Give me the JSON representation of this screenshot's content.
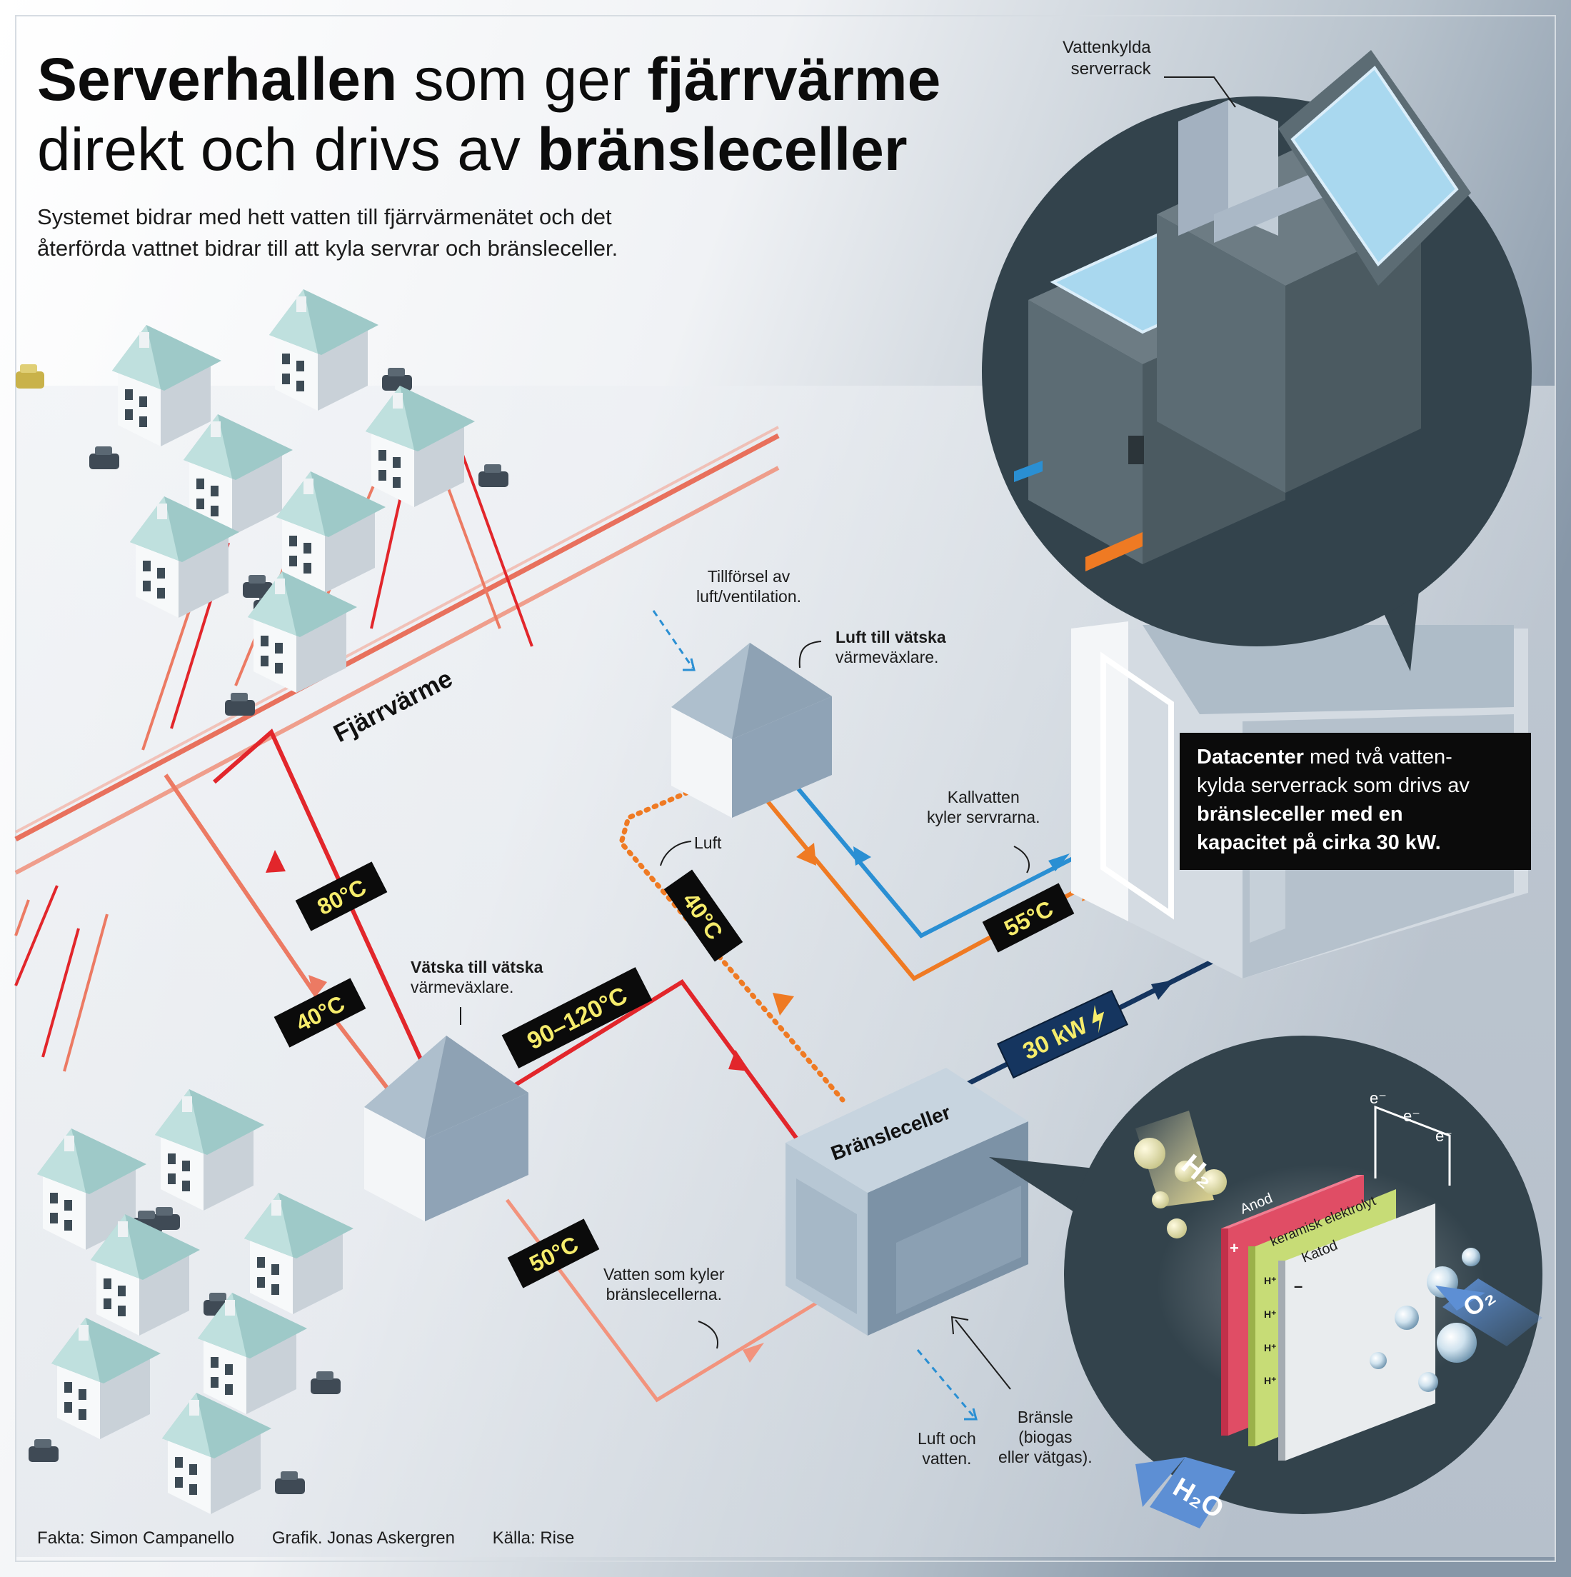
{
  "title": {
    "part1_bold": "Serverhallen",
    "part1_light": " som ger ",
    "part2_bold": "fjärrvärme",
    "part3_light": "direkt och drivs av ",
    "part4_bold": "bränsleceller"
  },
  "lede": {
    "line1": "Systemet bidrar med hett vatten till fjärrvärmenätet och det",
    "line2": "återförda vattnet bidrar till att kyla servrar och bränsleceller."
  },
  "labels": {
    "fjarrvarme": "Fjärrvärme",
    "bransleceller": "Bränsleceller",
    "vattenkylda_1": "Vattenkylda",
    "vattenkylda_2": "serverrack",
    "tillforsel_1": "Tillförsel av",
    "tillforsel_2": "luft/ventilation.",
    "luft_vatska_bold": "Luft till vätska",
    "luft_vatska_sub": "värmeväxlare.",
    "vatska_vatska_bold": "Vätska till vätska",
    "vatska_vatska_sub": "värmeväxlare.",
    "luft": "Luft",
    "kallvatten_1": "Kallvatten",
    "kallvatten_2": "kyler servrarna.",
    "vatten_kyler_1": "Vatten som kyler",
    "vatten_kyler_2": "bränslecellerna.",
    "luft_och_vatten_1": "Luft och",
    "luft_och_vatten_2": "vatten.",
    "bransle_1": "Bränsle",
    "bransle_2": "(biogas",
    "bransle_3": "eller vätgas)."
  },
  "temps": {
    "t80": "80°C",
    "t40_left": "40°C",
    "t90_120": "90–120°C",
    "t40_air": "40°C",
    "t55": "55°C",
    "t50": "50°C",
    "kw": "30 kW"
  },
  "datacenter": {
    "bold1": "Datacenter",
    "text1": " med två vatten-",
    "text2": "kylda serverrack som drivs av",
    "bold2": "bränsleceller med en",
    "bold3": "kapacitet på cirka 30 kW."
  },
  "fuelcell": {
    "anod": "Anod",
    "elektrolyt": "keramisk elektrolyt",
    "katod": "Katod",
    "h2": "H₂",
    "o2": "O₂",
    "h2o": "H₂O",
    "electron": "e⁻",
    "proton": "H⁺",
    "plus": "+",
    "minus": "–"
  },
  "credits": {
    "fakta": "Fakta: Simon Campanello",
    "grafik": "Grafik. Jonas Askergren",
    "kalla": "Källa: Rise"
  },
  "colors": {
    "hot_red": "#e2262b",
    "warm_salmon": "#ec7a63",
    "cold_blue": "#2a8fd3",
    "orange": "#ef7a23",
    "power_navy": "#15355f",
    "tag_text": "#f6ec6b",
    "house_roof": "#9ec9c8"
  }
}
